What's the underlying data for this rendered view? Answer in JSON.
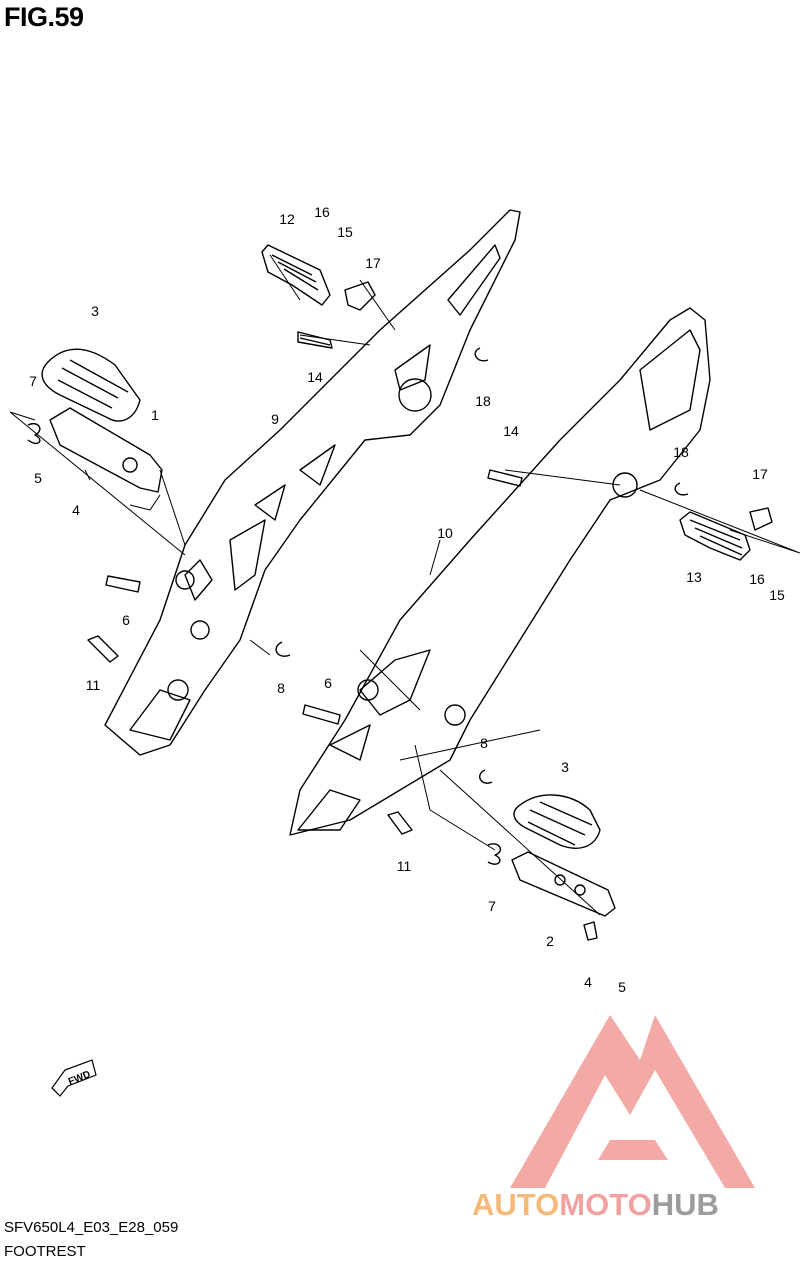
{
  "figure": {
    "title": "FIG.59",
    "code": "SFV650L4_E03_E28_059",
    "name": "FOOTREST"
  },
  "fwd_badge": "FWD",
  "callouts": [
    "12",
    "16",
    "15",
    "17",
    "3",
    "14",
    "18",
    "7",
    "1",
    "9",
    "5",
    "4",
    "14",
    "18",
    "17",
    "13",
    "16",
    "15",
    "10",
    "6",
    "11",
    "8",
    "6",
    "8",
    "3",
    "11",
    "7",
    "2",
    "4",
    "5"
  ],
  "watermark": {
    "part1": "AUTO",
    "part2": "MOTO",
    "part3": "HUB",
    "color1": "#f5b97a",
    "color2": "#f1a2a0",
    "color3": "#9c9c9c",
    "logo_color": "#f19a95"
  }
}
